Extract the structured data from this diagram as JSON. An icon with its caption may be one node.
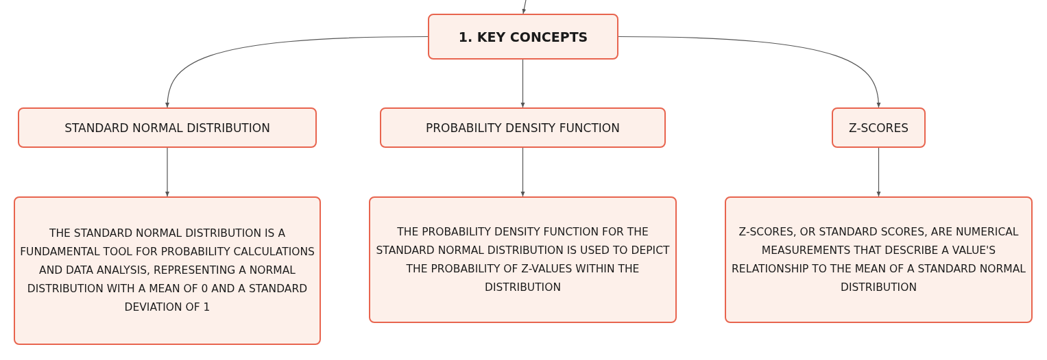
{
  "diagram": {
    "nodes": [
      {
        "text": [
          "1. KEY CONCEPTS"
        ]
      },
      {
        "text": [
          "STANDARD NORMAL DISTRIBUTION"
        ]
      },
      {
        "text": [
          "PROBABILITY DENSITY FUNCTION"
        ]
      },
      {
        "text": [
          "Z-SCORES"
        ]
      },
      {
        "text": [
          "THE STANDARD NORMAL DISTRIBUTION IS A FUNDAMENTAL TOOL FOR PROBABILITY CALCULATIONS AND DATA ANALYSIS, REPRESENTING A NORMAL DISTRIBUTION WITH A MEAN OF 0 AND A STANDARD DEVIATION OF 1"
        ]
      },
      {
        "text": [
          "THE PROBABILITY DENSITY FUNCTION FOR THE STANDARD NORMAL DISTRIBUTION IS USED TO DEPICT THE PROBABILITY OF Z-VALUES WITHIN THE DISTRIBUTION"
        ]
      },
      {
        "text": [
          "Z-SCORES, OR STANDARD SCORES, ARE NUMERICAL MEASUREMENTS THAT DESCRIBE A VALUE'S RELATIONSHIP TO THE MEAN OF A STANDARD NORMAL DISTRIBUTION"
        ]
      }
    ],
    "edges": [
      {
        "from": null,
        "to": 0,
        "arrow": "to"
      },
      {
        "from": 0,
        "to": 1,
        "arrow": "to"
      },
      {
        "from": 0,
        "to": 2,
        "arrow": "to"
      },
      {
        "from": 0,
        "to": 3,
        "arrow": "to"
      },
      {
        "from": 1,
        "to": 4,
        "arrow": "to"
      },
      {
        "from": 2,
        "to": 5,
        "arrow": "to"
      },
      {
        "from": 3,
        "to": 6,
        "arrow": "to"
      }
    ]
  }
}
